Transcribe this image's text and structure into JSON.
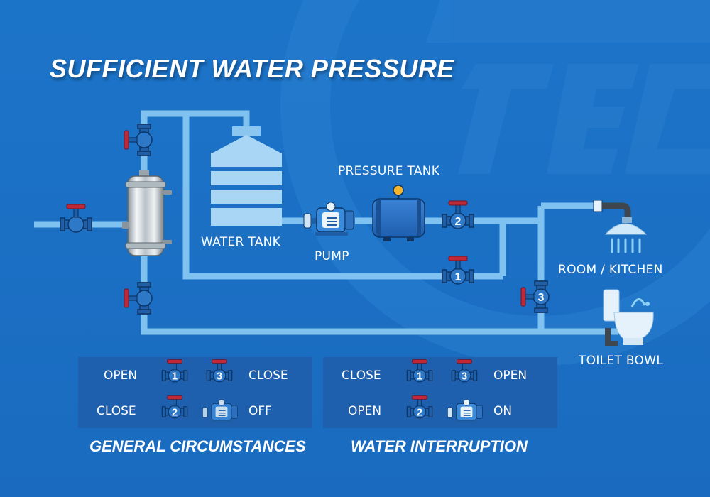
{
  "title": "SUFFICIENT WATER PRESSURE",
  "labels": {
    "water_tank": "WATER TANK",
    "pump": "PUMP",
    "pressure_tank": "PRESSURE TANK",
    "room_kitchen": "ROOM / KITCHEN",
    "toilet_bowl": "TOILET BOWL"
  },
  "valves": {
    "v1": "1",
    "v2": "2",
    "v3": "3"
  },
  "legend": {
    "general": {
      "caption": "GENERAL CIRCUMSTANCES",
      "row1_left": "OPEN",
      "row1_right": "CLOSE",
      "row2_left": "CLOSE",
      "row2_right": "OFF",
      "valve_a": "1",
      "valve_b": "3",
      "valve_c": "2"
    },
    "interruption": {
      "caption": "WATER INTERRUPTION",
      "row1_left": "CLOSE",
      "row1_right": "OPEN",
      "row2_left": "OPEN",
      "row2_right": "ON",
      "valve_a": "1",
      "valve_b": "3",
      "valve_c": "2"
    }
  },
  "colors": {
    "background": "#1a6fc4",
    "pipe": "#7fc2f0",
    "valve_body": "#1f5fa8",
    "valve_handle": "#c0283a",
    "legend_panel": "#1e5fae"
  }
}
